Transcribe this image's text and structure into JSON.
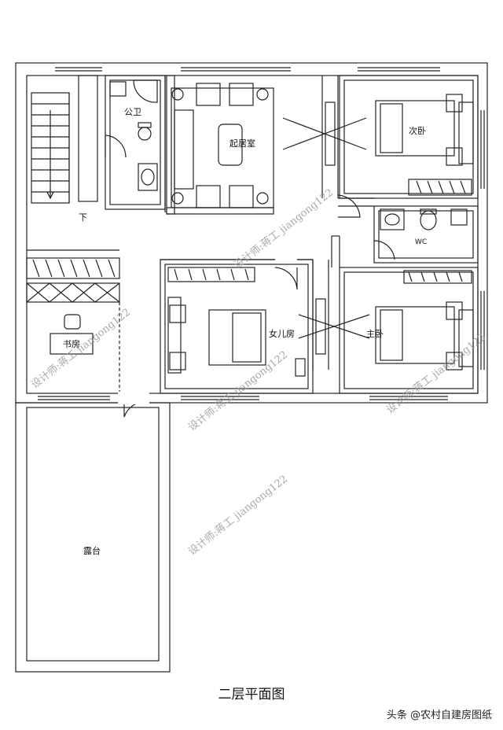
{
  "rooms": {
    "stair_down": "下",
    "public_bath": "公卫",
    "living": "起居室",
    "second_bed": "次卧",
    "wc": "WC",
    "study": "书房",
    "daughter": "女儿房",
    "master": "主卧",
    "terrace": "露台"
  },
  "watermarks": [
    "设计师:蒋工 jiangong122",
    "设计师:蒋工 jiangong122",
    "设计师:蒋工 jiangong122",
    "设计师:蒋工 jiangong122",
    "设计师:蒋工 jiangong122"
  ],
  "caption": "二层平面图",
  "credit": "头条 @农村自建房图纸"
}
